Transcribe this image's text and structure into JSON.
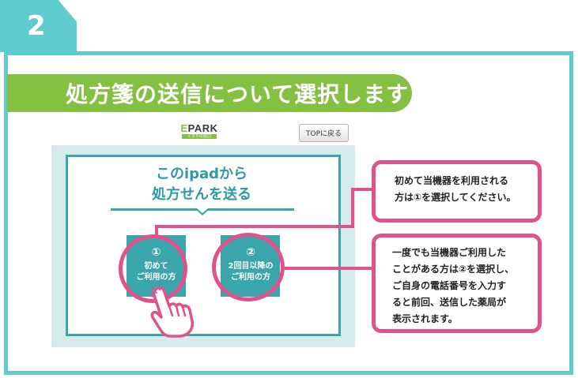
{
  "step": {
    "number": "2"
  },
  "title": "処方箋の送信について選択します",
  "app": {
    "logo_mark": "E",
    "logo_text": "PARK",
    "logo_sub": "くすりの窓口",
    "top_button": "TOPに戻る",
    "heading_lines": [
      "このipadから",
      "処方せんを送る"
    ]
  },
  "options": [
    {
      "number": "①",
      "lines": [
        "初めて",
        "ご利用の方"
      ]
    },
    {
      "number": "②",
      "lines": [
        "2回目以降の",
        "ご利用の方"
      ]
    }
  ],
  "callouts": [
    {
      "lines": [
        "初めて当機器を利用される",
        "方は①を選択してください。"
      ]
    },
    {
      "lines": [
        "一度でも当機器ご利用した",
        "ことがある方は②を選択し、",
        "ご自身の電話番号を入力す",
        "ると前回、送信した薬局が",
        "表示されます。"
      ]
    }
  ],
  "colors": {
    "frame": "#5fcdd0",
    "title_bar": "#84c142",
    "accent_teal": "#3aa6ab",
    "highlight_pink": "#e2528a",
    "ipad_bg": "#d6eceb"
  },
  "icons": [
    "hand-pointer-icon"
  ]
}
